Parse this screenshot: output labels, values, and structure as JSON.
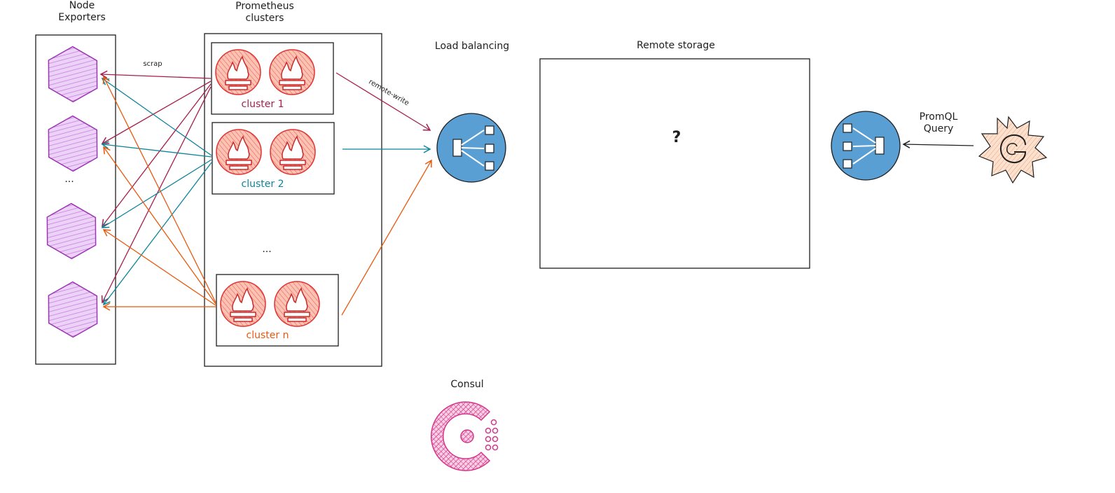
{
  "labels": {
    "node_exporters": "Node\nExporters",
    "prometheus_clusters": "Prometheus\nclusters",
    "load_balancing": "Load balancing",
    "remote_storage": "Remote storage",
    "promql_query": "PromQL\nQuery",
    "consul": "Consul",
    "scrap": "scrap",
    "remote_write": "remote-write",
    "question": "?",
    "ellipsis_nodes": "...",
    "ellipsis_clusters": "..."
  },
  "clusters": [
    {
      "name": "cluster 1",
      "color": "#a61e4d"
    },
    {
      "name": "cluster 2",
      "color": "#0c8599"
    },
    {
      "name": "cluster n",
      "color": "#e8590c"
    }
  ],
  "colors": {
    "stroke": "#1e1e1e",
    "hexagon_fill": "#e5b8f4",
    "hexagon_stroke": "#9c36b5",
    "prometheus_fill": "#f8a08f",
    "prometheus_stroke": "#e03131",
    "load_balancer_fill": "#5a9fd4",
    "grafana_fill": "#f7cfb4",
    "consul_color": "#d6338a"
  },
  "icons": [
    "hexagon-icon",
    "prometheus-icon",
    "load-balancer-icon",
    "grafana-icon",
    "consul-icon"
  ]
}
